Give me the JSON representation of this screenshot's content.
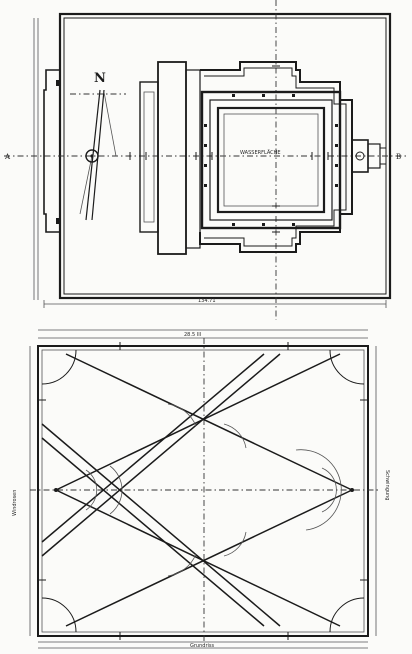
{
  "plan": {
    "north_label": "N",
    "section_left_mark": "A",
    "section_right_mark": "B",
    "center_label": "WASSERFLÄCHE",
    "bottom_dimension": "134.71"
  },
  "diagram": {
    "top_dimension": "28.5 III",
    "side_label_left": "Windrosen",
    "side_label_right": "Schwingung",
    "bottom_dimension": "Grundriss"
  }
}
